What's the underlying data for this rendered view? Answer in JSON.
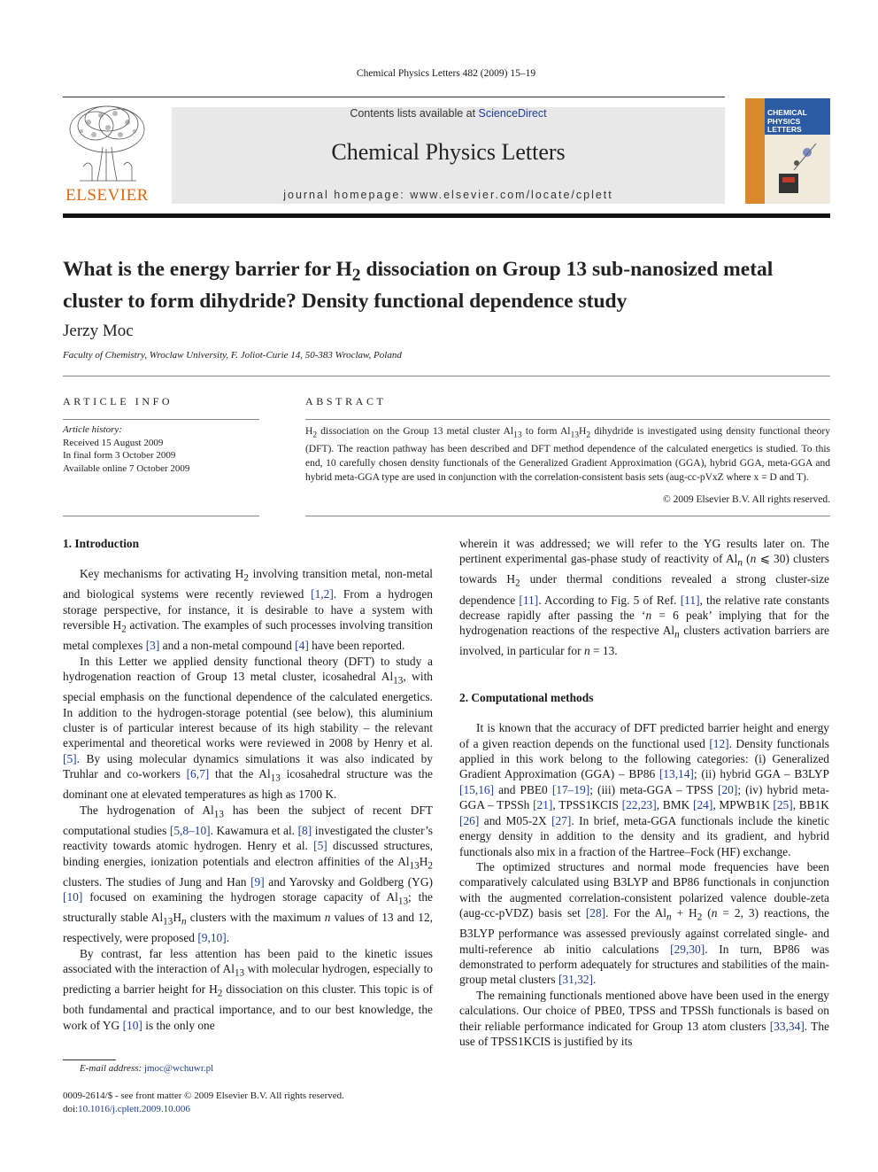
{
  "header": {
    "citation": "Chemical Physics Letters 482 (2009) 15–19",
    "contents_prefix": "Contents lists available at ",
    "sciencedirect": "ScienceDirect",
    "journal_name": "Chemical Physics Letters",
    "homepage": "journal homepage: www.elsevier.com/locate/cplett",
    "publisher_logo": "ELSEVIER",
    "cover_title_lines": [
      "CHEMICAL",
      "PHYSICS",
      "LETTERS"
    ]
  },
  "article": {
    "title_html": "What is the energy barrier for H<sub>2</sub> dissociation on Group 13 sub-nanosized metal cluster to form dihydride? Density functional dependence study",
    "author": "Jerzy Moc",
    "affiliation": "Faculty of Chemistry, Wroclaw University, F. Joliot-Curie 14, 50-383 Wroclaw, Poland"
  },
  "article_info": {
    "heading": "ARTICLE INFO",
    "history_label": "Article history:",
    "received": "Received 15 August 2009",
    "revised": "In final form 3 October 2009",
    "online": "Available online 7 October 2009"
  },
  "abstract": {
    "heading": "ABSTRACT",
    "text_html": "H<sub>2</sub> dissociation on the Group 13 metal cluster Al<sub>13</sub> to form Al<sub>13</sub>H<sub>2</sub> dihydride is investigated using density functional theory (DFT). The reaction pathway has been described and DFT method dependence of the calculated energetics is studied. To this end, 10 carefully chosen density functionals of the Generalized Gradient Approximation (GGA), hybrid GGA, meta-GGA and hybrid meta-GGA type are used in conjunction with the correlation-consistent basis sets (aug-cc-pVxZ where x = D and T).",
    "copyright": "© 2009 Elsevier B.V. All rights reserved."
  },
  "body": {
    "sec1_title": "1. Introduction",
    "sec1_p1": "Key mechanisms for activating H<sub>2</sub> involving transition metal, non-metal and biological systems were recently reviewed <a>[1,2]</a>. From a hydrogen storage perspective, for instance, it is desirable to have a system with reversible H<sub>2</sub> activation. The examples of such processes involving transition metal complexes <a>[3]</a> and a non-metal compound <a>[4]</a> have been reported.",
    "sec1_p2": "In this Letter we applied density functional theory (DFT) to study a hydrogenation reaction of Group 13 metal cluster, icosahedral Al<sub>13</sub>, with special emphasis on the functional dependence of the calculated energetics. In addition to the hydrogen-storage potential (see below), this aluminium cluster is of particular interest because of its high stability – the relevant experimental and theoretical works were reviewed in 2008 by Henry et al. <a>[5]</a>. By using molecular dynamics simulations it was also indicated by Truhlar and co-workers <a>[6,7]</a> that the Al<sub>13</sub> icosahedral structure was the dominant one at elevated temperatures as high as 1700 K.",
    "sec1_p3": "The hydrogenation of Al<sub>13</sub> has been the subject of recent DFT computational studies <a>[5,8–10]</a>. Kawamura et al. <a>[8]</a> investigated the cluster’s reactivity towards atomic hydrogen. Henry et al. <a>[5]</a> discussed structures, binding energies, ionization potentials and electron affinities of the Al<sub>13</sub>H<sub>2</sub> clusters. The studies of Jung and Han <a>[9]</a> and Yarovsky and Goldberg (YG) <a>[10]</a> focused on examining the hydrogen storage capacity of Al<sub>13</sub>; the structurally stable Al<sub>13</sub>H<sub><i>n</i></sub> clusters with the maximum <i>n</i> values of 13 and 12, respectively, were proposed <a>[9,10]</a>.",
    "sec1_p4": "By contrast, far less attention has been paid to the kinetic issues associated with the interaction of Al<sub>13</sub> with molecular hydrogen, especially to predicting a barrier height for H<sub>2</sub> dissociation on this cluster. This topic is of both fundamental and practical importance, and to our best knowledge, the work of YG <a>[10]</a> is the only one",
    "right_p1": "wherein it was addressed; we will refer to the YG results later on. The pertinent experimental gas-phase study of reactivity of Al<sub><i>n</i></sub> (<i>n</i> ⩽ 30) clusters towards H<sub>2</sub> under thermal conditions revealed a strong cluster-size dependence <a>[11]</a>. According to Fig. 5 of Ref. <a>[11]</a>, the relative rate constants decrease rapidly after passing the ‘<i>n</i> = 6 peak’ implying that for the hydrogenation reactions of the respective Al<sub><i>n</i></sub> clusters activation barriers are involved, in particular for <i>n</i> = 13.",
    "sec2_title": "2. Computational methods",
    "sec2_p1": "It is known that the accuracy of DFT predicted barrier height and energy of a given reaction depends on the functional used <a>[12]</a>. Density functionals applied in this work belong to the following categories: (i) Generalized Gradient Approximation (GGA) – BP86 <a>[13,14]</a>; (ii) hybrid GGA – B3LYP <a>[15,16]</a> and PBE0 <a>[17–19]</a>; (iii) meta-GGA – TPSS <a>[20]</a>; (iv) hybrid meta-GGA – TPSSh <a>[21]</a>, TPSS1KCIS <a>[22,23]</a>, BMK <a>[24]</a>, MPWB1K <a>[25]</a>, BB1K <a>[26]</a> and M05-2X <a>[27]</a>. In brief, meta-GGA functionals include the kinetic energy density in addition to the density and its gradient, and hybrid functionals also mix in a fraction of the Hartree–Fock (HF) exchange.",
    "sec2_p2": "The optimized structures and normal mode frequencies have been comparatively calculated using B3LYP and BP86 functionals in conjunction with the augmented correlation-consistent polarized valence double-zeta (aug-cc-pVDZ) basis set <a>[28]</a>. For the Al<sub><i>n</i></sub> + H<sub>2</sub> (<i>n</i> = 2, 3) reactions, the B3LYP performance was assessed previously against correlated single- and multi-reference ab initio calculations <a>[29,30]</a>. In turn, BP86 was demonstrated to perform adequately for structures and stabilities of the main-group metal clusters <a>[31,32]</a>.",
    "sec2_p3": "The remaining functionals mentioned above have been used in the energy calculations. Our choice of PBE0, TPSS and TPSSh functionals is based on their reliable performance indicated for Group 13 atom clusters <a>[33,34]</a>. The use of TPSS1KCIS is justified by its"
  },
  "footer": {
    "email_label": "E-mail address:",
    "email": "jmoc@wchuwr.pl",
    "issn_line": "0009-2614/$ - see front matter © 2009 Elsevier B.V. All rights reserved.",
    "doi_label": "doi:",
    "doi": "10.1016/j.cplett.2009.10.006"
  }
}
